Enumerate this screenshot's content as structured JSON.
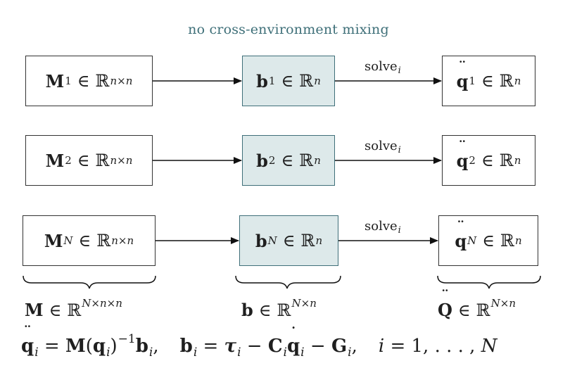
{
  "caption": "no cross-environment mixing",
  "rows": [
    {
      "m_symbol": "M",
      "m_sub": "1",
      "m_set": "ℝ",
      "m_sup": "n×n",
      "b_symbol": "b",
      "b_sub": "1",
      "b_set": "ℝ",
      "b_sup": "n",
      "solve_label": "solve",
      "solve_sub": "i",
      "q_symbol": "q",
      "q_sub": "1",
      "q_set": "ℝ",
      "q_sup": "n"
    },
    {
      "m_symbol": "M",
      "m_sub": "2",
      "m_set": "ℝ",
      "m_sup": "n×n",
      "b_symbol": "b",
      "b_sub": "2",
      "b_set": "ℝ",
      "b_sup": "n",
      "solve_label": "solve",
      "solve_sub": "i",
      "q_symbol": "q",
      "q_sub": "2",
      "q_set": "ℝ",
      "q_sup": "n"
    },
    {
      "m_symbol": "M",
      "m_sub": "N",
      "m_set": "ℝ",
      "m_sup": "n×n",
      "b_symbol": "b",
      "b_sub": "N",
      "b_set": "ℝ",
      "b_sup": "n",
      "solve_label": "solve",
      "solve_sub": "i",
      "q_symbol": "q",
      "q_sub": "N",
      "q_set": "ℝ",
      "q_sup": "n"
    }
  ],
  "element_of": "∈",
  "batch": {
    "m_symbol": "M",
    "m_set": "ℝ",
    "m_sup": "N×n×n",
    "b_symbol": "b",
    "b_set": "ℝ",
    "b_sup": "N×n",
    "q_symbol": "Q",
    "q_set": "ℝ",
    "q_sup": "N×n"
  },
  "equation": {
    "p1": "q",
    "p1_sub": "i",
    "p2": " = ",
    "p3": "M",
    "p4": "(",
    "p5": "q",
    "p5_sub": "i",
    "p6": ")",
    "p6_sup": "−1",
    "p7": "b",
    "p7_sub": "i",
    "p8": ",",
    "p9": "b",
    "p9_sub": "i",
    "p10": " = ",
    "p11": "τ",
    "p11_sub": "i",
    "p12": " − ",
    "p13": "C",
    "p13_sub": "i",
    "p14": "q",
    "p14_sub": "i",
    "p15": " − ",
    "p16": "G",
    "p16_sub": "i",
    "p17": ",",
    "p18": "i",
    "p19": " = 1, . . . , ",
    "p20": "N"
  }
}
